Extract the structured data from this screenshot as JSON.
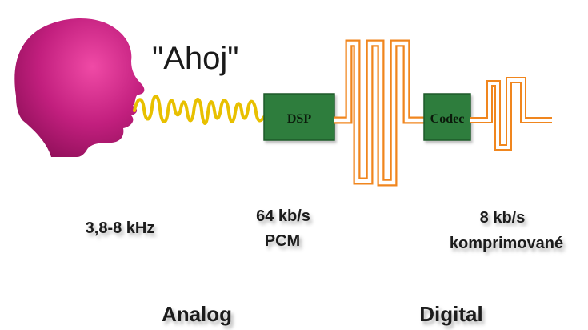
{
  "speech_text": "\"Ahoj\"",
  "blocks": {
    "dsp": "DSP",
    "codec": "Codec"
  },
  "labels": {
    "analog_rate": "3,8-8 kHz",
    "pcm_rate": "64 kb/s",
    "pcm_name": "PCM",
    "compressed_rate": "8 kb/s",
    "compressed_name": "komprimované"
  },
  "sections": {
    "analog": "Analog",
    "digital": "Digital"
  },
  "colors": {
    "head": "#b0186e",
    "head_light": "#e23a98",
    "voice_wave": "#e8c000",
    "digital_wave": "#f0861e",
    "block_fill": "#2f7d3c",
    "block_text": "#0b1a0b",
    "text": "#1a1a1a"
  },
  "icons": {
    "head": "human-head-profile-icon"
  }
}
